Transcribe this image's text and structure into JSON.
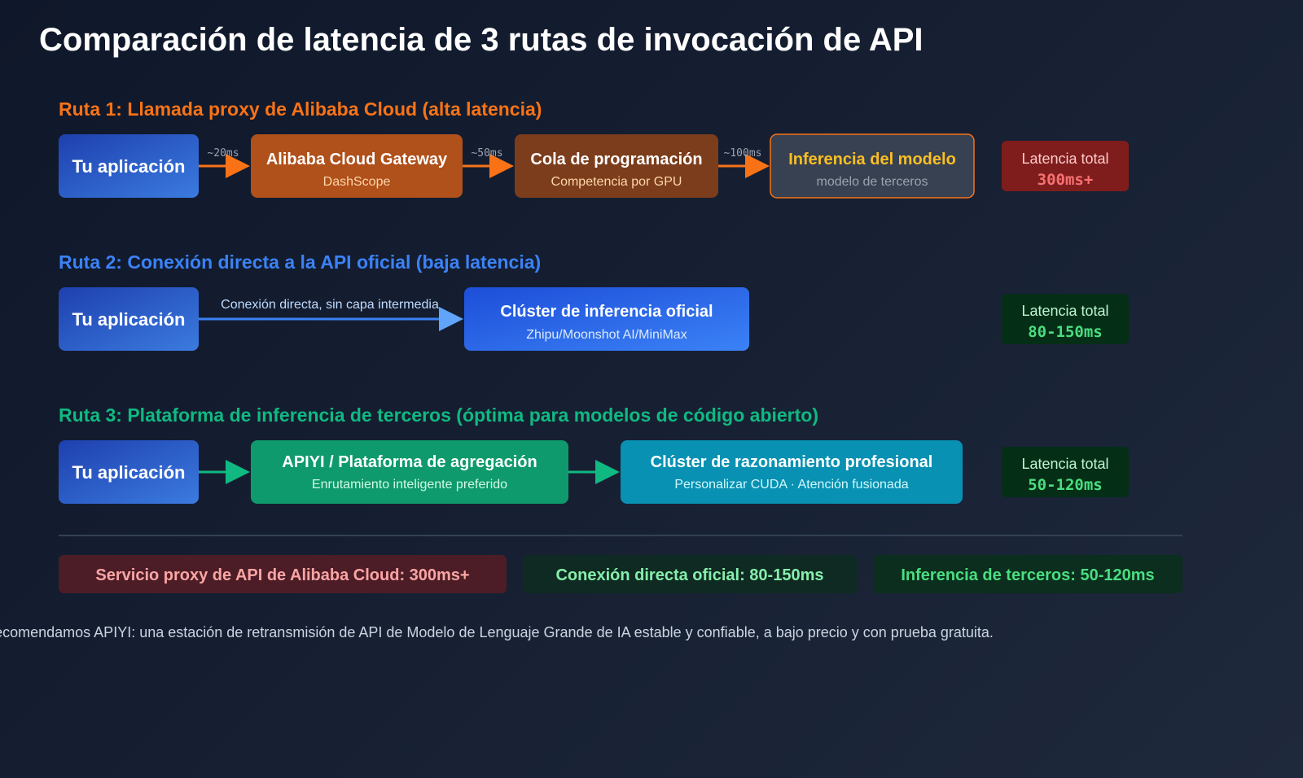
{
  "title": "Comparación de latencia de 3 rutas de invocación de API",
  "route1": {
    "heading": "Ruta 1: Llamada proxy de Alibaba Cloud (alta latencia)",
    "app": "Tu aplicación",
    "step1": {
      "label": "~20ms"
    },
    "gateway": {
      "title": "Alibaba Cloud Gateway",
      "sub": "DashScope"
    },
    "step2": {
      "label": "~50ms"
    },
    "queue": {
      "title": "Cola de programación",
      "sub": "Competencia por GPU"
    },
    "step3": {
      "label": "~100ms"
    },
    "model": {
      "title": "Inferencia del modelo",
      "sub": "modelo de terceros"
    },
    "total": {
      "label": "Latencia total",
      "value": "300ms+"
    }
  },
  "route2": {
    "heading": "Ruta 2: Conexión directa a la API oficial (baja latencia)",
    "app": "Tu aplicación",
    "link": "Conexión directa, sin capa intermedia",
    "cluster": {
      "title": "Clúster de inferencia oficial",
      "sub": "Zhipu/Moonshot AI/MiniMax"
    },
    "total": {
      "label": "Latencia total",
      "value": "80-150ms"
    }
  },
  "route3": {
    "heading": "Ruta 3: Plataforma de inferencia de terceros (óptima para modelos de código abierto)",
    "app": "Tu aplicación",
    "platform": {
      "title": "APIYI / Plataforma de agregación",
      "sub": "Enrutamiento inteligente preferido"
    },
    "cluster": {
      "title": "Clúster de razonamiento profesional",
      "sub": "Personalizar CUDA · Atención fusionada"
    },
    "total": {
      "label": "Latencia total",
      "value": "50-120ms"
    }
  },
  "legend": [
    "Servicio proxy de API de Alibaba Cloud: 300ms+",
    "Conexión directa oficial: 80-150ms",
    "Inferencia de terceros: 50-120ms"
  ],
  "footer": "Recomendamos APIYI: una estación de retransmisión de API de Modelo de Lenguaje Grande de IA estable y confiable, a bajo precio y con prueba gratuita.",
  "colors": {
    "orange": "#f97316",
    "blue": "#3b82f6",
    "green": "#10b981",
    "red_value": "#f87171",
    "green_value": "#4ade80"
  }
}
